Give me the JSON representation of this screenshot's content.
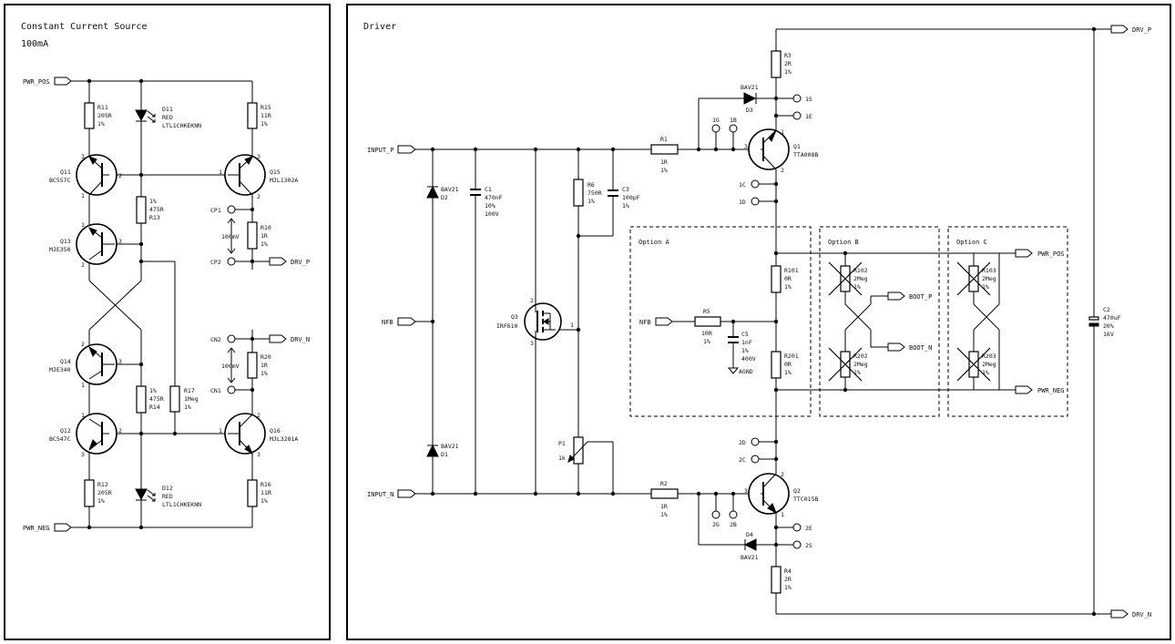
{
  "panels": {
    "ccs": {
      "title": "Constant Current Source",
      "subtitle": "100mA"
    },
    "driver": {
      "title": "Driver"
    }
  },
  "ports": {
    "pwr_pos": "PWR_POS",
    "pwr_neg": "PWR_NEG",
    "drv_p": "DRV_P",
    "drv_n": "DRV_N",
    "input_p": "INPUT_P",
    "input_n": "INPUT_N",
    "nfb": "NFB",
    "boot_p": "BOOT_P",
    "boot_n": "BOOT_N"
  },
  "options": {
    "a": "Option A",
    "b": "Option B",
    "c": "Option C"
  },
  "testpoints": {
    "cp1": "CP1",
    "cp2": "CP2",
    "cn1": "CN1",
    "cn2": "CN2",
    "v1": "100mV",
    "v2": "100mV",
    "s1": "1S",
    "e1": "1E",
    "g1": "1G",
    "b1": "1B",
    "c1": "1C",
    "d1": "1D",
    "d2": "2D",
    "c2": "2C",
    "g2": "2G",
    "b2": "2B",
    "e2": "2E",
    "s2": "2S"
  },
  "pins": {
    "one": "1",
    "two": "2",
    "three": "3"
  },
  "components": {
    "r11": [
      "R11",
      "205R",
      "1%"
    ],
    "r12": [
      "R12",
      "205R",
      "1%"
    ],
    "r15": [
      "R15",
      "11R",
      "1%"
    ],
    "r16": [
      "R16",
      "11R",
      "1%"
    ],
    "r10": [
      "R10",
      "1R",
      "1%"
    ],
    "r20": [
      "R20",
      "1R",
      "1%"
    ],
    "r13": [
      "1%",
      "475R",
      "R13"
    ],
    "r14": [
      "1%",
      "475R",
      "R14"
    ],
    "r17": [
      "R17",
      "1Meg",
      "1%"
    ],
    "d11": [
      "D11",
      "RED",
      "LTL1CHKEKNN"
    ],
    "d12": [
      "D12",
      "RED",
      "LTL1CHKEKNN"
    ],
    "q11": [
      "Q11",
      "BC557C"
    ],
    "q12": [
      "Q12",
      "BC547C"
    ],
    "q13": [
      "Q13",
      "MJE350"
    ],
    "q14": [
      "Q14",
      "MJE340"
    ],
    "q15": [
      "Q15",
      "MJL1302A"
    ],
    "q16": [
      "Q16",
      "MJL3281A"
    ],
    "d2": [
      "BAV21",
      "D2"
    ],
    "d1": [
      "BAV21",
      "D1"
    ],
    "d3": [
      "BAV21",
      "D3"
    ],
    "d4": [
      "D4",
      "BAV21"
    ],
    "c1": [
      "C1",
      "470nF",
      "10%",
      "100V"
    ],
    "r6": [
      "R6",
      "750R",
      "1%"
    ],
    "c3": [
      "C3",
      "100pF",
      "1%"
    ],
    "q3": [
      "Q3",
      "IRF610"
    ],
    "p1": [
      "P1",
      "1k"
    ],
    "r1": [
      "R1",
      "1R",
      "1%"
    ],
    "r2": [
      "R2",
      "1R",
      "1%"
    ],
    "r3": [
      "R3",
      "2R",
      "1%"
    ],
    "r4": [
      "R4",
      "2R",
      "1%"
    ],
    "q1": [
      "Q1",
      "TTA008B"
    ],
    "q2": [
      "Q2",
      "TTC015B"
    ],
    "r101": [
      "R101",
      "0R",
      "1%"
    ],
    "r201": [
      "R201",
      "0R",
      "1%"
    ],
    "r5": [
      "R5",
      "10R",
      "1%"
    ],
    "c5": [
      "C5",
      "1nF",
      "1%",
      "400V"
    ],
    "agnd": "AGND",
    "r102": [
      "R102",
      "2Meg",
      "1%"
    ],
    "r202": [
      "R202",
      "2Meg",
      "1%"
    ],
    "r103": [
      "R103",
      "2Meg",
      "1%"
    ],
    "r203": [
      "R203",
      "2Meg",
      "1%"
    ],
    "c2": [
      "C2",
      "470uF",
      "20%",
      "16V"
    ]
  }
}
